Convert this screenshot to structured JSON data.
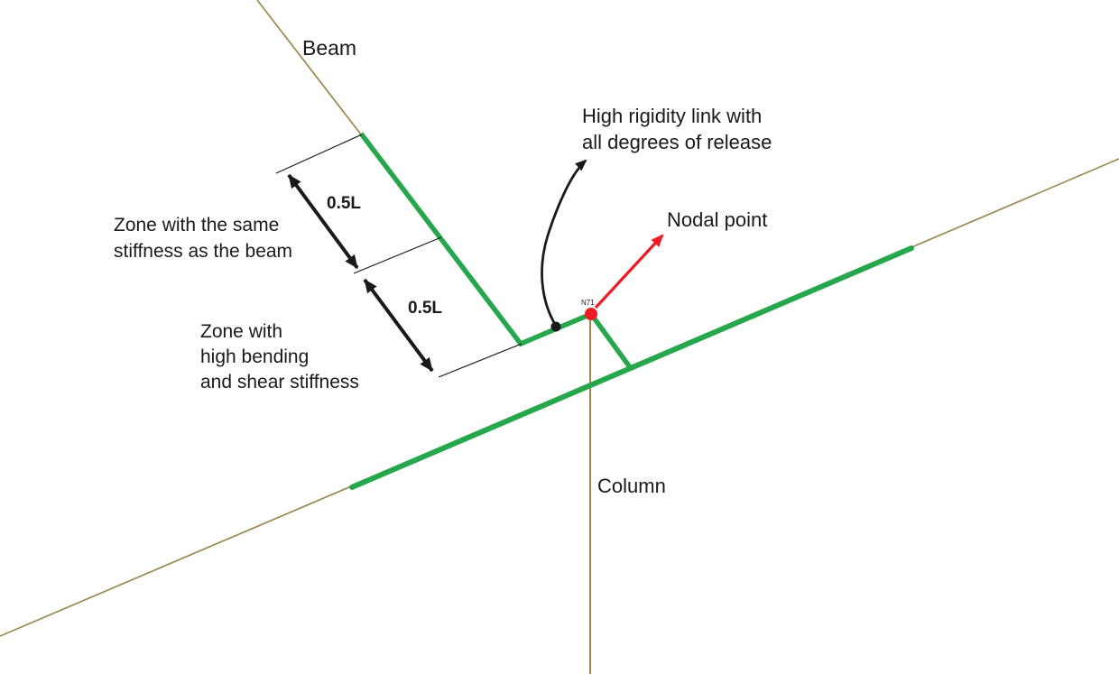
{
  "diagram": {
    "labels": {
      "beam": "Beam",
      "column": "Column",
      "nodal_point": "Nodal point",
      "node_id": "N71",
      "high_rigidity_link": [
        "High rigidity link with",
        "all degrees of release"
      ],
      "zone_same_stiffness": [
        "Zone with the same",
        "stiffness as the beam"
      ],
      "zone_high_stiffness": [
        "Zone with",
        "high bending",
        "and shear stiffness"
      ],
      "dim_upper": "0.5L",
      "dim_lower": "0.5L"
    },
    "colors": {
      "member_axis": "#9c8850",
      "stiff_zone_green": "#27a74b",
      "accent_red": "#ed1c24",
      "annotation_black": "#1a1a1a",
      "node_id_gray": "#8fa08f"
    }
  }
}
